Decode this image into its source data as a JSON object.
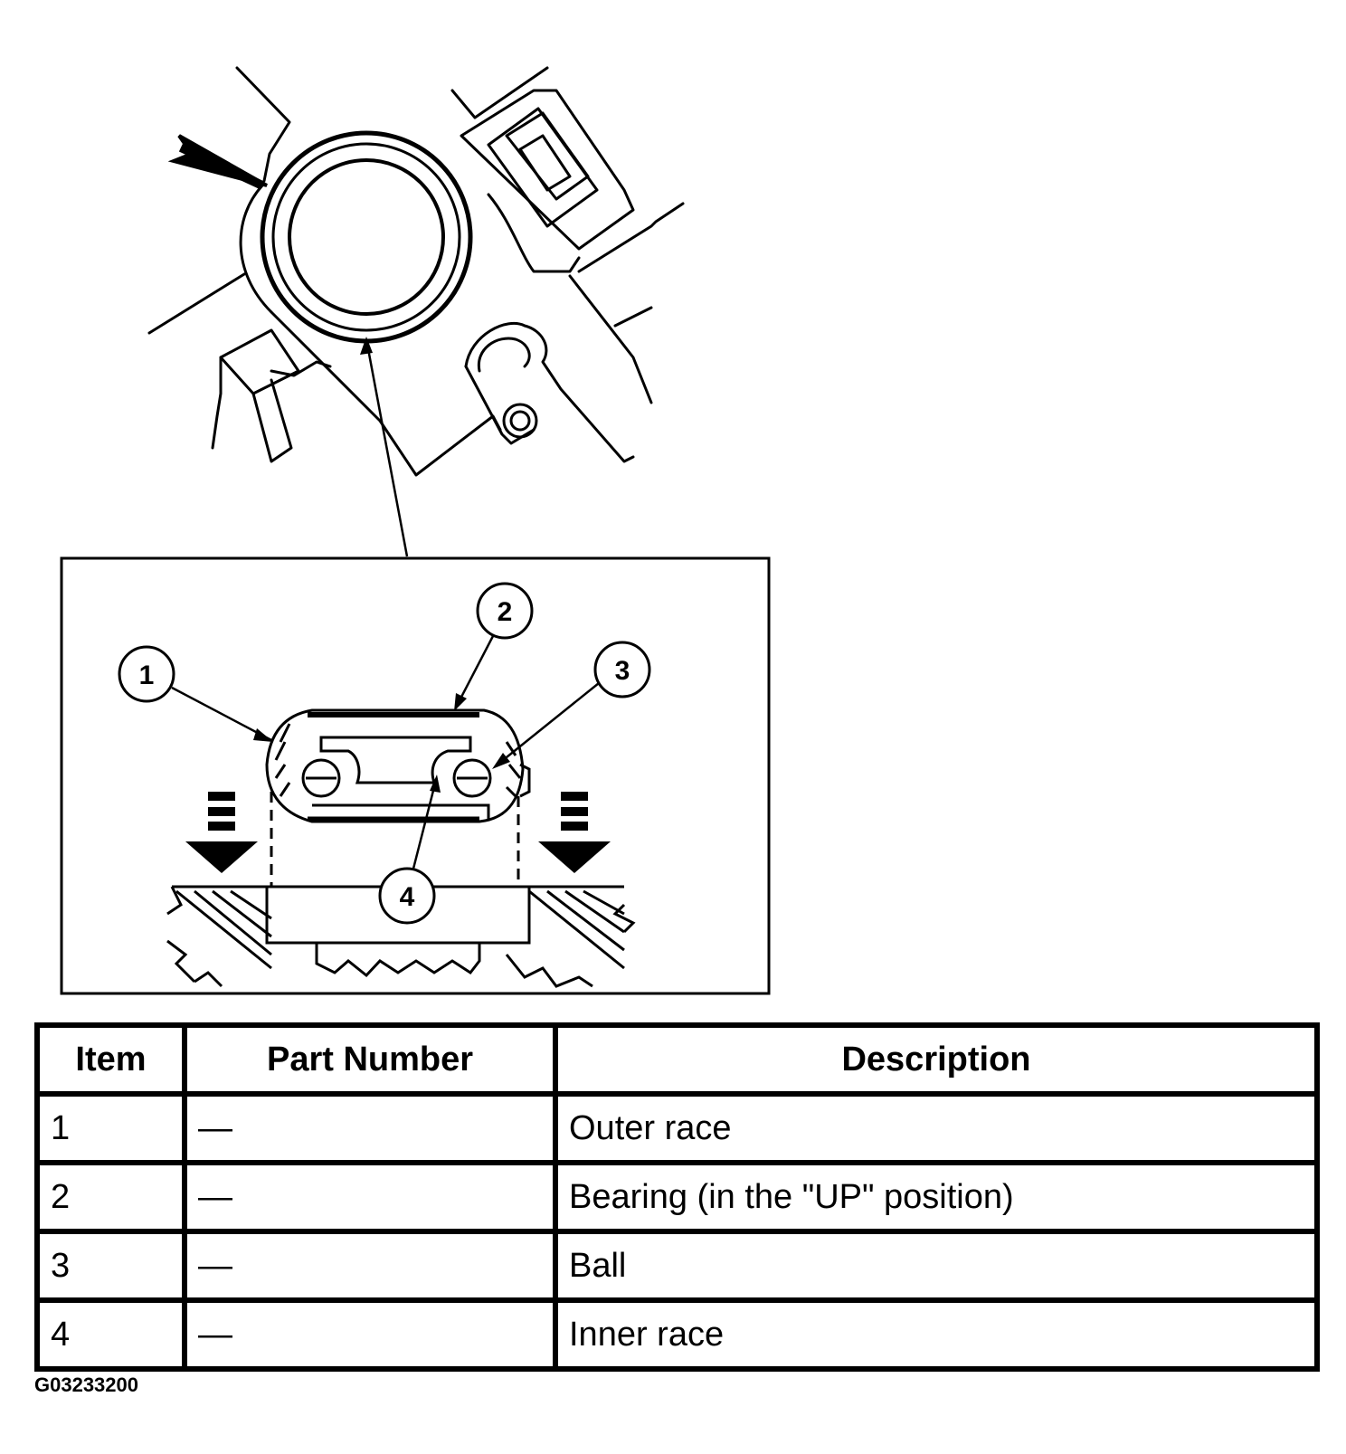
{
  "callouts": [
    "1",
    "2",
    "3",
    "4"
  ],
  "table": {
    "headers": [
      "Item",
      "Part Number",
      "Description"
    ],
    "rows": [
      {
        "item": "1",
        "part": "—",
        "description": "Outer race"
      },
      {
        "item": "2",
        "part": "—",
        "description": "Bearing (in the \"UP\" position)"
      },
      {
        "item": "3",
        "part": "—",
        "description": "Ball"
      },
      {
        "item": "4",
        "part": "—",
        "description": "Inner race"
      }
    ]
  },
  "figure_id": "G03233200"
}
